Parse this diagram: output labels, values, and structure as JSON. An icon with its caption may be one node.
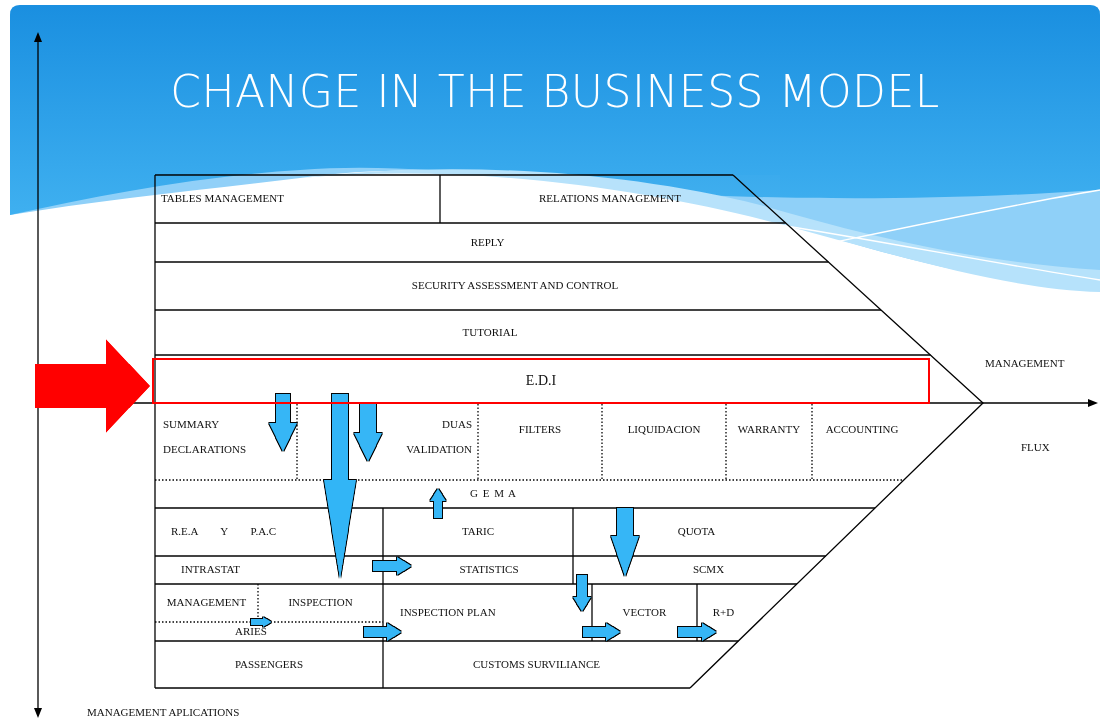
{
  "diagram": {
    "title": "CHANGE IN THE BUSINESS MODEL",
    "nodes": [
      {
        "text": [
          "TABLES MANAGEMENT"
        ]
      },
      {
        "text": [
          "RELATIONS MANAGEMENT"
        ]
      },
      {
        "text": [
          "REPLY"
        ]
      },
      {
        "text": [
          "SECURITY ASSESSMENT AND CONTROL"
        ]
      },
      {
        "text": [
          "TUTORIAL"
        ]
      },
      {
        "text": [
          "E.D.I"
        ]
      },
      {
        "text": [
          "SUMMARY DECLARATIONS"
        ]
      },
      {
        "text": [
          "DUAS VALIDATION"
        ]
      },
      {
        "text": [
          "FILTERS"
        ]
      },
      {
        "text": [
          "LIQUIDACION"
        ]
      },
      {
        "text": [
          "WARRANTY"
        ]
      },
      {
        "text": [
          "ACCOUNTING"
        ]
      },
      {
        "text": [
          "G E M A"
        ]
      },
      {
        "text": [
          "R.E.A Y P.A.C"
        ]
      },
      {
        "text": [
          "TARIC"
        ]
      },
      {
        "text": [
          "QUOTA"
        ]
      },
      {
        "text": [
          "INTRASTAT"
        ]
      },
      {
        "text": [
          "STATISTICS"
        ]
      },
      {
        "text": [
          "SCMX"
        ]
      },
      {
        "text": [
          "MANAGEMENT"
        ]
      },
      {
        "text": [
          "INSPECTION"
        ]
      },
      {
        "text": [
          "INSPECTION PLAN"
        ]
      },
      {
        "text": [
          "VECTOR"
        ]
      },
      {
        "text": [
          "R+D"
        ]
      },
      {
        "text": [
          "ARIES"
        ]
      },
      {
        "text": [
          "PASSENGERS"
        ]
      },
      {
        "text": [
          "CUSTOMS SURVILIANCE"
        ]
      }
    ],
    "edges": [
      {
        "from": 5,
        "to": 6,
        "arrow": "to"
      },
      {
        "from": 5,
        "to": 16,
        "arrow": "to"
      },
      {
        "from": 5,
        "to": 7,
        "arrow": "to"
      },
      {
        "from": 14,
        "to": 12,
        "arrow": "to"
      },
      {
        "from": 16,
        "to": 17,
        "arrow": "to"
      },
      {
        "from": 15,
        "to": 18,
        "arrow": "to"
      },
      {
        "from": 18,
        "to": 21,
        "arrow": "to"
      },
      {
        "from": 19,
        "to": 20,
        "arrow": "to"
      },
      {
        "from": 24,
        "to": 21,
        "arrow": "to"
      },
      {
        "from": 21,
        "to": 22,
        "arrow": "to"
      },
      {
        "from": 22,
        "to": 23,
        "arrow": "to"
      },
      {
        "from": null,
        "to": 5,
        "arrow": "to",
        "style": "thick",
        "color": "#ff0000"
      }
    ],
    "labels": [
      "MANAGEMENT",
      "FLUX",
      "MANAGEMENT APLICATIONS"
    ]
  }
}
